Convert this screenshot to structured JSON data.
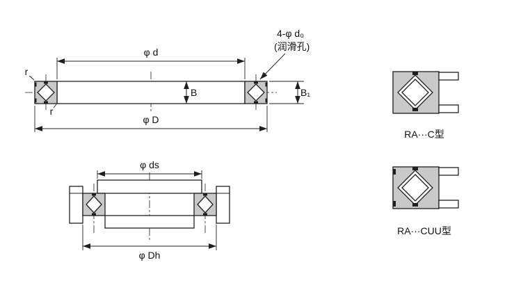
{
  "colors": {
    "background": "#ffffff",
    "line": "#1f1f1f",
    "block_fill": "#c9c9c9"
  },
  "front_view": {
    "dim_d": "φ d",
    "holes": "4-φ d₀",
    "holes_note": "(润滑孔)",
    "r_top": "r",
    "r_bottom": "r",
    "dim_B": "B",
    "dim_B1": "B₁",
    "dim_D": "φ D"
  },
  "mount_view": {
    "dim_ds": "φ ds",
    "dim_Dh": "φ Dh"
  },
  "details": {
    "type_c": "RA···C型",
    "type_cuu": "RA···CUU型"
  }
}
